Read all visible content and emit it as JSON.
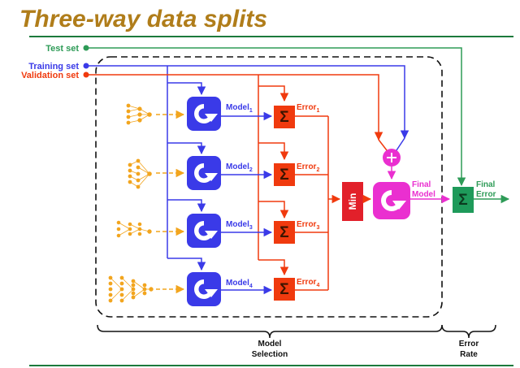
{
  "title": "Three-way data splits",
  "colors": {
    "title": "#b07d1a",
    "rule": "#1c7a3c",
    "test": "#2e9b57",
    "training": "#3a3ae8",
    "validation": "#f03a0e",
    "min_box": "#e2202a",
    "final": "#ea2fd0",
    "classifier": "#f2a51e",
    "error_rate_box": "#1e9a5a"
  },
  "inputs": {
    "test_set": "Test set",
    "training_set": "Training set",
    "validation_set": "Validation set"
  },
  "classifiers": [
    {
      "icon": "perceptron-network-icon"
    },
    {
      "icon": "mlp-network-icon"
    },
    {
      "icon": "deep-network-icon"
    },
    {
      "icon": "large-network-icon"
    }
  ],
  "models": [
    {
      "label": "Model",
      "sub": "1"
    },
    {
      "label": "Model",
      "sub": "2"
    },
    {
      "label": "Model",
      "sub": "3"
    },
    {
      "label": "Model",
      "sub": "4"
    }
  ],
  "errors": [
    {
      "label": "Error",
      "sub": "1"
    },
    {
      "label": "Error",
      "sub": "2"
    },
    {
      "label": "Error",
      "sub": "3"
    },
    {
      "label": "Error",
      "sub": "4"
    }
  ],
  "sum_symbol": "Σ",
  "min_label": "Min",
  "final_model": {
    "line1": "Final",
    "line2": "Model"
  },
  "final_error": {
    "line1": "Final",
    "line2": "Error"
  },
  "stages": {
    "model_selection": {
      "line1": "Model",
      "line2": "Selection"
    },
    "error_rate": {
      "line1": "Error",
      "line2": "Rate"
    }
  }
}
